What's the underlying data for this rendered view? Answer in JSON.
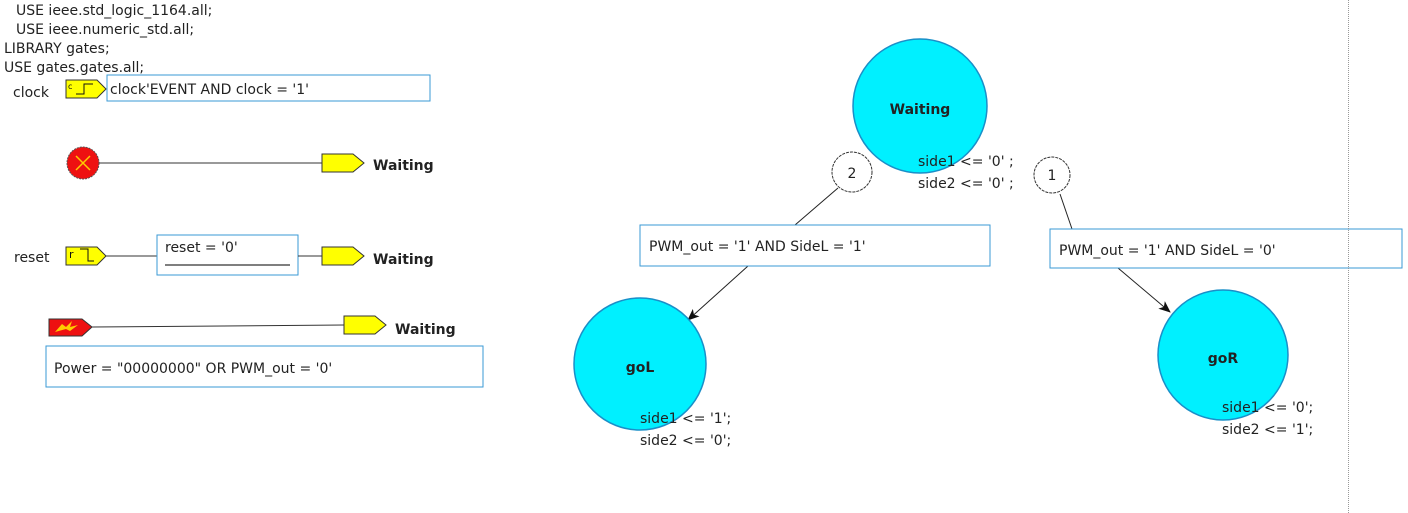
{
  "code_lines": [
    "USE ieee.std_logic_1164.all;",
    "USE ieee.numeric_std.all;",
    "LIBRARY gates;",
    "USE gates.gates.all;"
  ],
  "clock": {
    "label": "clock",
    "condition": "clock'EVENT AND clock = '1'",
    "port_letter": "c"
  },
  "initial": {
    "target": "Waiting"
  },
  "reset": {
    "label": "reset",
    "port_letter": "r",
    "condition": "reset = '0'",
    "target": "Waiting"
  },
  "power": {
    "condition": "Power = \"00000000\" OR PWM_out = '0'",
    "target": "Waiting"
  },
  "states": [
    {
      "name": "Waiting",
      "actions": [
        "side1  <= '0' ;",
        "side2  <= '0' ;"
      ]
    },
    {
      "name": "goL",
      "actions": [
        "side1  <= '1';",
        "side2  <= '0';"
      ]
    },
    {
      "name": "goR",
      "actions": [
        "side1  <= '0';",
        "side2  <= '1';"
      ]
    }
  ],
  "transitions": [
    {
      "priority": "2",
      "condition": "PWM_out = '1' AND SideL = '1'"
    },
    {
      "priority": "1",
      "condition": "PWM_out = '1' AND SideL = '0'"
    }
  ],
  "colors": {
    "state_fill": "#00f0ff",
    "state_stroke": "#1a8fc8",
    "marker_yellow": "#ffff00",
    "error_red": "#ee1111",
    "box_border": "#3a9ad6"
  }
}
